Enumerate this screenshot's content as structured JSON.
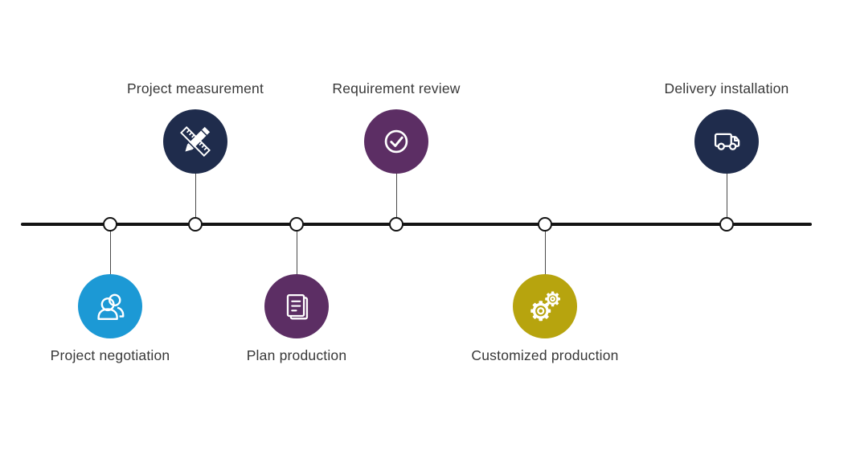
{
  "colors": {
    "navy": "#1F2C4C",
    "purple": "#5C2E64",
    "blue": "#1C99D5",
    "gold": "#B7A40E",
    "timeline_line": "#141414",
    "node_fill": "#FFFFFF",
    "node_border": "#141414",
    "label_text": "#383838",
    "icon_stroke": "#FFFFFF"
  },
  "timeline": {
    "orientation": "horizontal",
    "milestones": [
      {
        "label": "Project negotiation",
        "side": "below",
        "icon": "people-icon",
        "color": "#1C99D5"
      },
      {
        "label": "Project measurement",
        "side": "above",
        "icon": "ruler-pencil-icon",
        "color": "#1F2C4C"
      },
      {
        "label": "Plan production",
        "side": "below",
        "icon": "document-icon",
        "color": "#5C2E64"
      },
      {
        "label": "Requirement review",
        "side": "above",
        "icon": "check-circle-icon",
        "color": "#5C2E64"
      },
      {
        "label": "Customized production",
        "side": "below",
        "icon": "gears-icon",
        "color": "#B7A40E"
      },
      {
        "label": "Delivery installation",
        "side": "above",
        "icon": "truck-icon",
        "color": "#1F2C4C"
      }
    ]
  }
}
